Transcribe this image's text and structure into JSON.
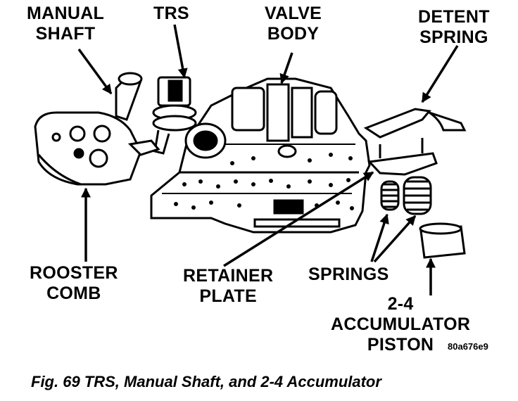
{
  "labels": {
    "manual_shaft": [
      "MANUAL",
      "SHAFT"
    ],
    "trs": "TRS",
    "valve_body": [
      "VALVE",
      "BODY"
    ],
    "detent_spring": [
      "DETENT",
      "SPRING"
    ],
    "rooster_comb": [
      "ROOSTER",
      "COMB"
    ],
    "retainer_plate": [
      "RETAINER",
      "PLATE"
    ],
    "springs": "SPRINGS",
    "accumulator_piston": [
      "2-4",
      "ACCUMULATOR",
      "PISTON"
    ]
  },
  "figure_code": "80a676e9",
  "caption": "Fig. 69 TRS, Manual Shaft, and 2-4 Accumulator"
}
